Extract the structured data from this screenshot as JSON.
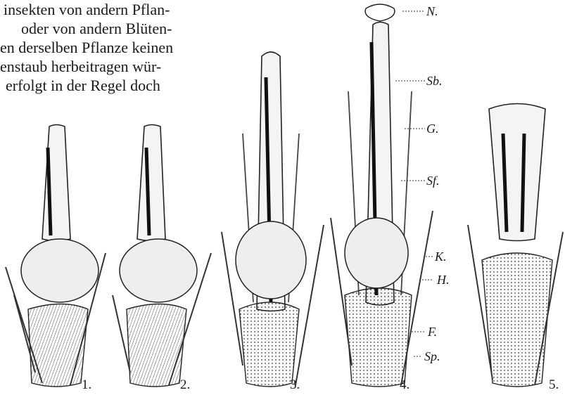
{
  "text_lines": [
    "insekten von andern Pflan-",
    "oder von andern Blüten-",
    "en derselben Pflanze keinen",
    "enstaub herbeitragen wür-",
    "erfolgt in der Regel doch"
  ],
  "top_fragment": "...",
  "labels": {
    "N": "N.",
    "Sb": "Sb.",
    "G": "G.",
    "Sf": "Sf.",
    "K": "K.",
    "H": "H.",
    "F": "F.",
    "Sp": "Sp."
  },
  "figure_numbers": [
    "1.",
    "2.",
    "3.",
    "4.",
    "5."
  ]
}
